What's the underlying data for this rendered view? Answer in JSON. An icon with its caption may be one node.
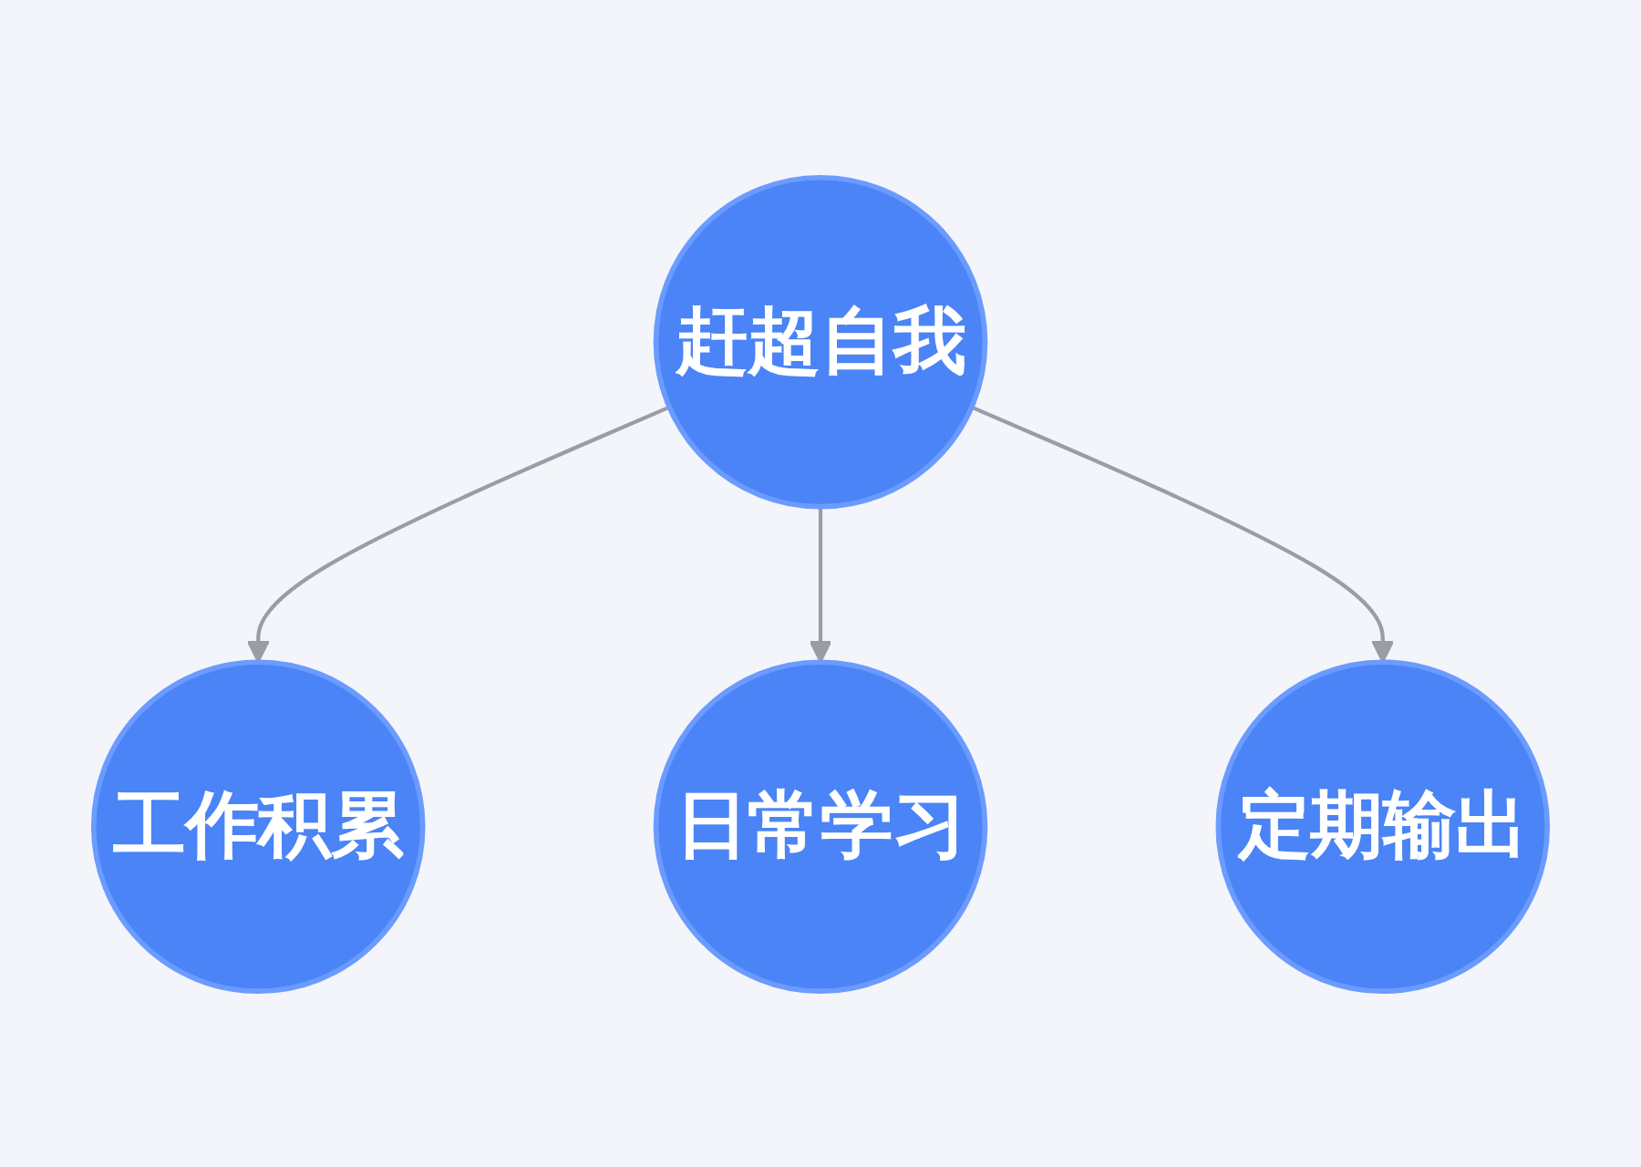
{
  "diagram": {
    "nodes": [
      {
        "text": [
          "赶超自我"
        ]
      },
      {
        "text": [
          "工作积累"
        ]
      },
      {
        "text": [
          "日常学习"
        ]
      },
      {
        "text": [
          "定期输出"
        ]
      }
    ],
    "edges": [
      {
        "from": 0,
        "to": 1,
        "arrow": "to"
      },
      {
        "from": 0,
        "to": 2,
        "arrow": "to"
      },
      {
        "from": 0,
        "to": 3,
        "arrow": "to"
      }
    ]
  }
}
